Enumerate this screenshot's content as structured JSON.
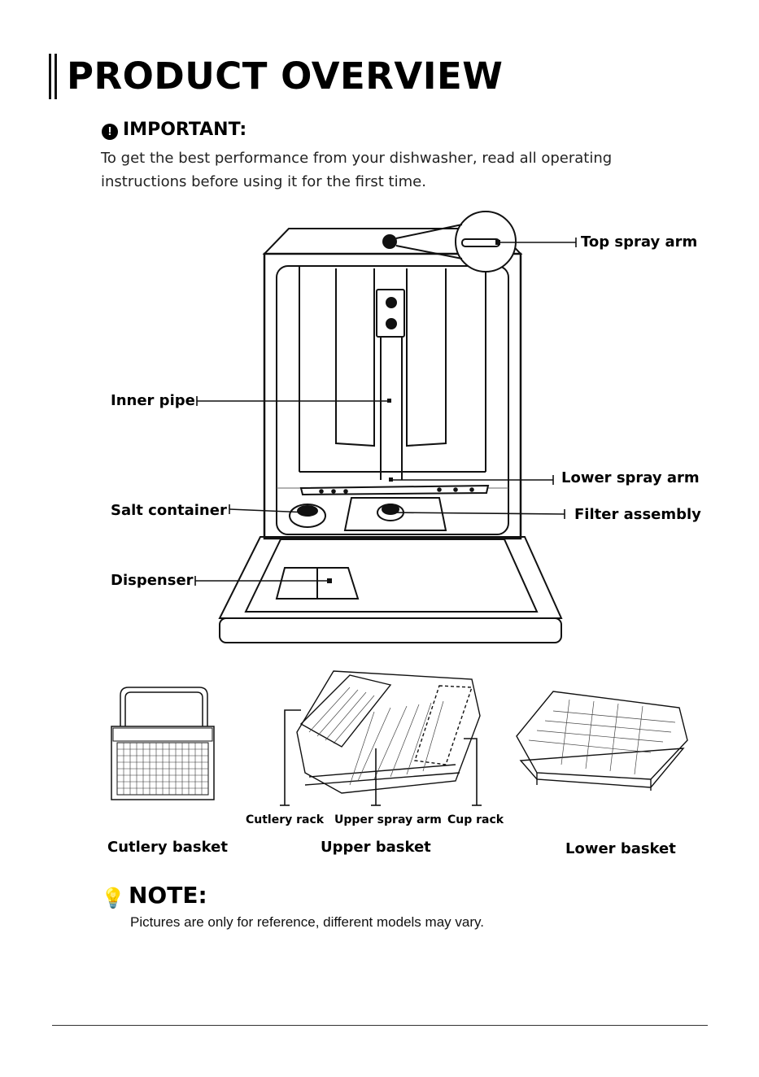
{
  "page": {
    "title": "PRODUCT OVERVIEW"
  },
  "important": {
    "icon": "exclamation-circle-icon",
    "heading": "IMPORTANT:",
    "text": "To get the best performance from your dishwasher, read all operating instructions before using it for the first time."
  },
  "diagram": {
    "labels": {
      "top_spray_arm": "Top spray arm",
      "inner_pipe": "Inner pipe",
      "lower_spray_arm": "Lower spray arm",
      "salt_container": "Salt container",
      "filter_assembly": "Filter assembly",
      "dispenser": "Dispenser"
    }
  },
  "baskets": {
    "cutlery_basket": "Cutlery basket",
    "upper_basket": "Upper basket",
    "lower_basket": "Lower basket",
    "sub_labels": {
      "cutlery_rack": "Cutlery rack",
      "upper_spray_arm": "Upper spray arm",
      "cup_rack": "Cup rack"
    }
  },
  "note": {
    "icon": "lightbulb-icon",
    "heading": "NOTE:",
    "text": "Pictures are only for reference, different models may vary."
  }
}
